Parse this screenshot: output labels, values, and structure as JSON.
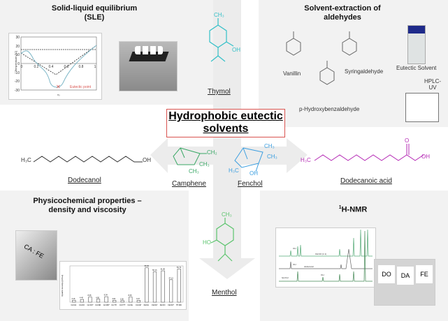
{
  "center_title": "Hydrophobic eutectic solvents",
  "panels": {
    "sle": {
      "title_l1": "Solid-liquid equilibrium",
      "title_l2": "(SLE)",
      "plot_ylabel": "Temperature [°C]",
      "plot_xlabel": "x₀",
      "annotation": "Eutectic point",
      "xticks": [
        "0",
        "0.2",
        "0.4",
        "0.6",
        "0.8",
        "1"
      ],
      "yticks": [
        "30",
        "20",
        "10",
        "0",
        "-10",
        "-20",
        "-30"
      ]
    },
    "extraction": {
      "title_l1": "Solvent-extraction of",
      "title_l2": "aldehydes",
      "compounds": [
        "Vanillin",
        "Syringaldehyde",
        "p-Hydroxybenzaldehyde"
      ],
      "photo_label": "Eutectic Solvent",
      "instrument_label_l1": "HPLC-",
      "instrument_label_l2": "UV"
    },
    "physchem": {
      "title_l1": "Physicochemical properties –",
      "title_l2": "density and viscosity",
      "vial_text": "CA : FE"
    },
    "nmr": {
      "title_sup": "1",
      "title": "H-NMR",
      "vial_labels": [
        "DO",
        "DA",
        "FE"
      ],
      "spectrum_labels": [
        "OH",
        "FE:DO (1:1)",
        "OH",
        "dodecanol",
        "fenchol",
        "OH"
      ]
    }
  },
  "molecules": {
    "thymol": "Thymol",
    "dodecanol": "Dodecanol",
    "camphene": "Camphene",
    "fenchol": "Fenchol",
    "dodecanoic_acid": "Dodecanoic acid",
    "menthol": "Menthol"
  },
  "atoms": {
    "h3c": "H₃C",
    "ch3": "CH₃",
    "ch2": "CH₂",
    "oh": "OH",
    "ho": "HO",
    "o": "O"
  },
  "colors": {
    "thymol": "#33c0c8",
    "camphene": "#3aa866",
    "fenchol": "#3a9ee0",
    "acid": "#b52bb5",
    "menthol": "#5cc46e",
    "box": "#d9534f"
  },
  "chart_data": {
    "type": "bar",
    "title": "",
    "ylabel": "Dynamic viscosity η [mPa·s]",
    "xlabel": "",
    "ylim": [
      0,
      60
    ],
    "categories": [
      "CA:DA",
      "CA:DO",
      "CA:DO*",
      "CA:MD",
      "CA:MD*",
      "CA:TH",
      "CA:TH*",
      "CA:FE",
      "CA:FE*",
      "FE:DA",
      "FE:DA*",
      "FE:DO",
      "FE:DO*",
      "TH:MD"
    ],
    "values": [
      3.16,
      4.4,
      8.46,
      4.9,
      9.04,
      3.0,
      2.5,
      8.46,
      3.07,
      56.83,
      50.13,
      51.8,
      37.13,
      54.74
    ]
  }
}
